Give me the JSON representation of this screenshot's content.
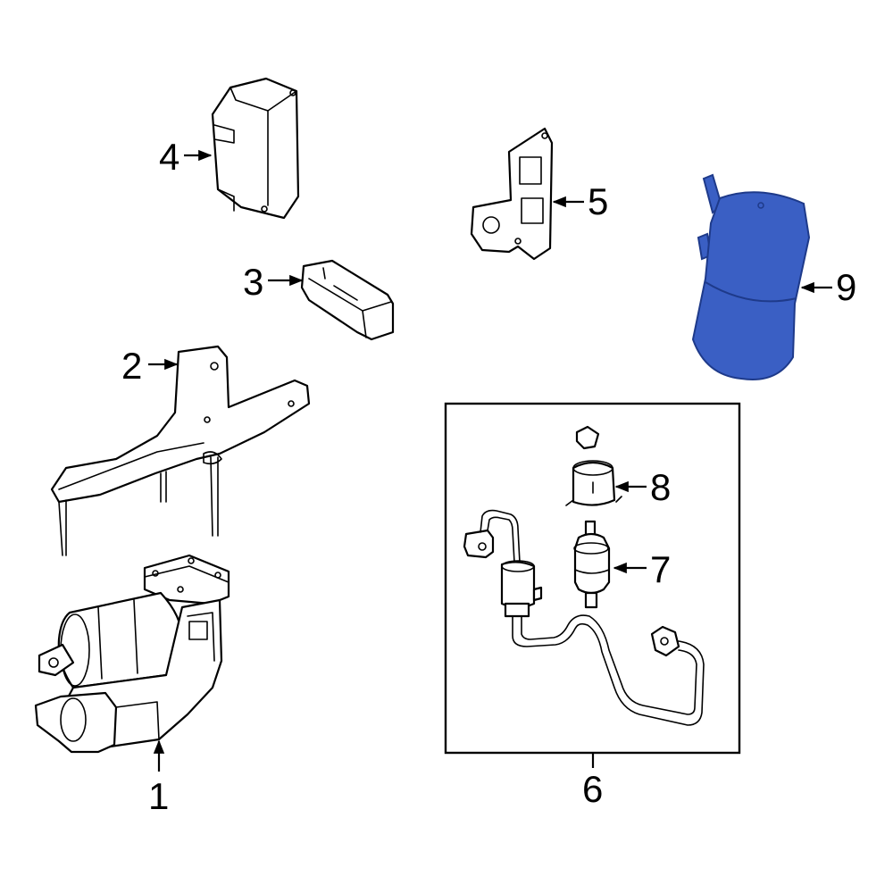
{
  "diagram": {
    "highlight_color": "#3a5fc4",
    "callouts": {
      "c1": "1",
      "c2": "2",
      "c3": "3",
      "c4": "4",
      "c5": "5",
      "c6": "6",
      "c7": "7",
      "c8": "8",
      "c9": "9"
    }
  }
}
